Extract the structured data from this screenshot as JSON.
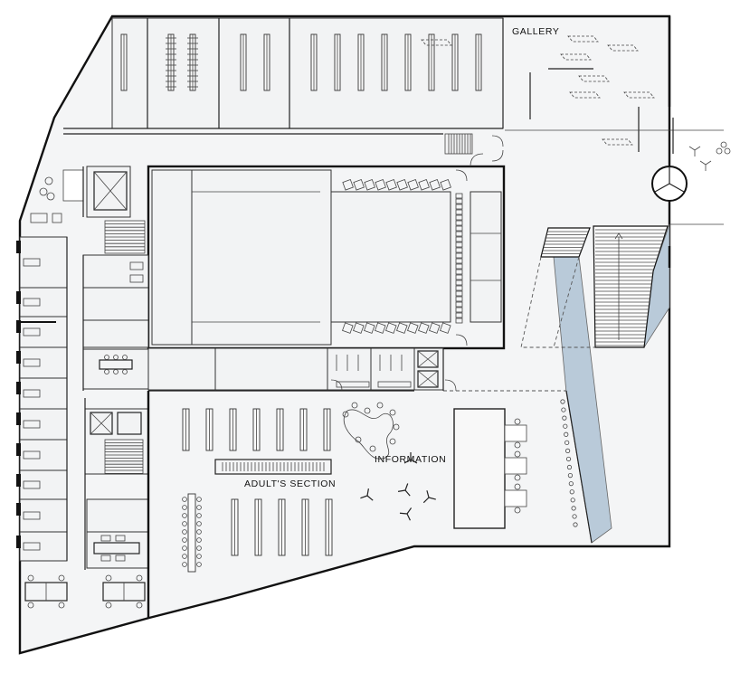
{
  "labels": {
    "gallery": "GALLERY",
    "information": "INFORMATION",
    "adults_section": "ADULT'S SECTION"
  },
  "colors": {
    "floor": "#f4f5f6",
    "hall": "#edf0f2",
    "ramp_blue": "#b9cad9",
    "wall": "#111111",
    "line": "#444444"
  }
}
